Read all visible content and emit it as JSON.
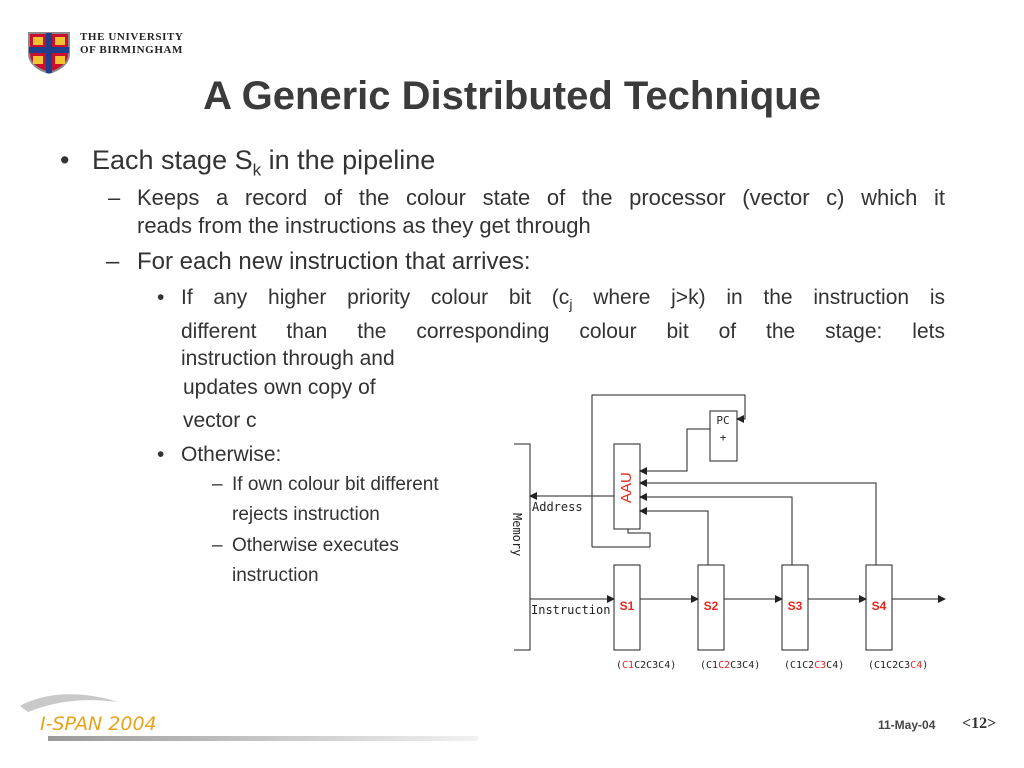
{
  "header": {
    "university_line1": "THE UNIVERSITY",
    "university_line2": "OF BIRMINGHAM"
  },
  "title": "A Generic Distributed Technique",
  "bullets": {
    "b1_marker": "•",
    "b1_pre": "Each stage S",
    "b1_sub": "k",
    "b1_post": " in the pipeline",
    "s1_marker": "–",
    "s1_line1": "Keeps a record of the colour state of the processor  (vector c) which it",
    "s1_line2": "reads from the instructions as they get through",
    "s2_marker": "–",
    "s2_text": "For each new instruction that arrives:",
    "t1_marker": "•",
    "t1_line1_pre": "If any higher priority colour bit (c",
    "t1_line1_sub": "j",
    "t1_line1_post": " where j>k) in the instruction is",
    "t1_line2": "different than the corresponding colour bit of the stage: lets",
    "t1_line3": "instruction through and",
    "t1_line4": "updates own copy of",
    "t1_line5": "vector c",
    "t2_marker": "•",
    "t2_text": "Otherwise:",
    "q1_marker": "–",
    "q1_line1": "If own colour bit different",
    "q1_line2": "rejects instruction",
    "q2_marker": "–",
    "q2_line1": "Otherwise executes",
    "q2_line2": "instruction"
  },
  "diagram": {
    "memory_label": "Memory",
    "address_label": "Address",
    "instruction_label": "Instruction",
    "aau_label": "AAU",
    "pc_label": "PC",
    "pc_plus": "+",
    "stages": [
      "S1",
      "S2",
      "S3",
      "S4"
    ],
    "vectors": [
      {
        "open": "(",
        "c1": "C1",
        "c2": "C2",
        "c3": "C3",
        "c4": "C4",
        "close": ")",
        "highlight": 1
      },
      {
        "open": "(",
        "c1": "C1",
        "c2": "C2",
        "c3": "C3",
        "c4": "C4",
        "close": ")",
        "highlight": 2
      },
      {
        "open": "(",
        "c1": "C1",
        "c2": "C2",
        "c3": "C3",
        "c4": "C4",
        "close": ")",
        "highlight": 3
      },
      {
        "open": "(",
        "c1": "C1",
        "c2": "C2",
        "c3": "C3",
        "c4": "C4",
        "close": ")",
        "highlight": 4
      }
    ],
    "colors": {
      "stage_label": "#e8261c",
      "aau_label": "#e8261c",
      "highlight": "#e8261c",
      "normal": "#222222"
    }
  },
  "footer": {
    "logo_text": "I-SPAN 2004",
    "date": "11-May-04",
    "page": "<12>"
  }
}
